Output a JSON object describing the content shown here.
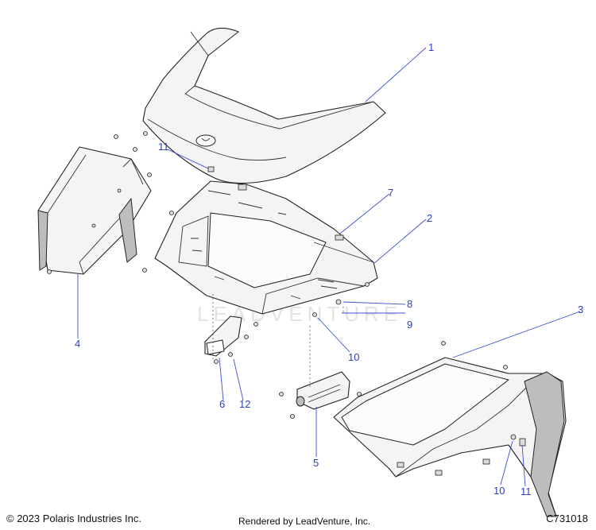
{
  "watermark": "LEADVENTURE",
  "callouts": [
    {
      "id": "1",
      "label": "1"
    },
    {
      "id": "2",
      "label": "2"
    },
    {
      "id": "3",
      "label": "3"
    },
    {
      "id": "4",
      "label": "4"
    },
    {
      "id": "5",
      "label": "5"
    },
    {
      "id": "6",
      "label": "6"
    },
    {
      "id": "7",
      "label": "7"
    },
    {
      "id": "8",
      "label": "8"
    },
    {
      "id": "9",
      "label": "9"
    },
    {
      "id": "10a",
      "label": "10"
    },
    {
      "id": "10b",
      "label": "10"
    },
    {
      "id": "11a",
      "label": "11"
    },
    {
      "id": "11b",
      "label": "11"
    },
    {
      "id": "12",
      "label": "12"
    }
  ],
  "footer": {
    "copyright": "© 2023 Polaris Industries Inc.",
    "rendered_by": "Rendered by LeadVenture, Inc.",
    "diagram_code": "C731018"
  }
}
